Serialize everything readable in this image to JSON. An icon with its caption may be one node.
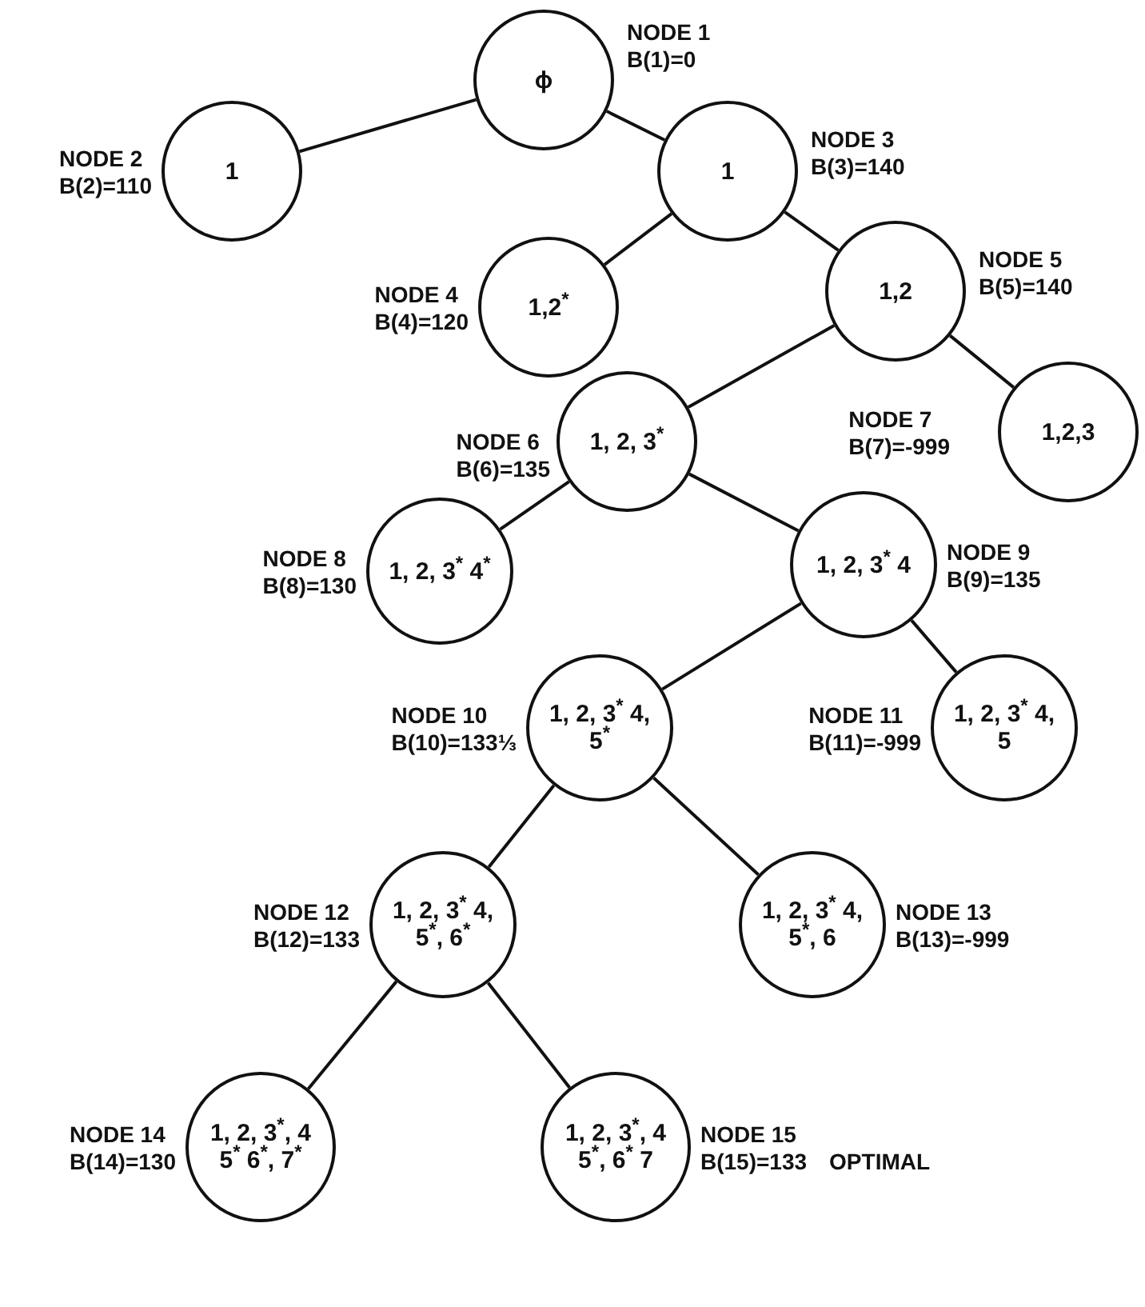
{
  "diagram": {
    "nodes": [
      {
        "text": [
          "ϕ"
        ],
        "beside": [
          "NODE 1",
          "B(1)=0"
        ]
      },
      {
        "text": [
          "1"
        ],
        "beside": [
          "NODE 2",
          "B(2)=110"
        ]
      },
      {
        "text": [
          "1"
        ],
        "beside": [
          "NODE 3",
          "B(3)=140"
        ]
      },
      {
        "text": [
          "1,2$^{*}$"
        ],
        "beside": [
          "NODE 4",
          "B(4)=120"
        ]
      },
      {
        "text": [
          "1,2"
        ],
        "beside": [
          "NODE 5",
          "B(5)=140"
        ]
      },
      {
        "text": [
          "1, 2, 3$^{*}$"
        ],
        "beside": [
          "NODE 6",
          "B(6)=135"
        ]
      },
      {
        "text": [
          "1,2,3"
        ],
        "beside": [
          "NODE 7",
          "B(7)=-999"
        ]
      },
      {
        "text": [
          "1, 2, 3$^{*}$ 4$^{*}$"
        ],
        "beside": [
          "NODE 8",
          "B(8)=130"
        ]
      },
      {
        "text": [
          "1, 2, 3$^{*}$ 4"
        ],
        "beside": [
          "NODE 9",
          "B(9)=135"
        ]
      },
      {
        "text": [
          "1, 2, 3$^{*}$ 4, 5$^{*}$"
        ],
        "beside": [
          "NODE 10",
          "B(10)=133⅓"
        ]
      },
      {
        "text": [
          "1, 2, 3$^{*}$ 4, 5"
        ],
        "beside": [
          "NODE 11",
          "B(11)=-999"
        ]
      },
      {
        "text": [
          "1, 2, 3$^{*}$ 4, 5$^{*}$, 6$^{*}$"
        ],
        "beside": [
          "NODE 12",
          "B(12)=133"
        ]
      },
      {
        "text": [
          "1, 2, 3$^{*}$ 4, 5$^{*}$, 6"
        ],
        "beside": [
          "NODE 13",
          "B(13)=-999"
        ]
      },
      {
        "text": [
          "1, 2, 3$^{*}$, 4 5$^{*}$ 6$^{*}$, 7$^{*}$"
        ],
        "beside": [
          "NODE 14",
          "B(14)=130"
        ]
      },
      {
        "text": [
          "1, 2, 3$^{*}$, 4 5$^{*}$, 6$^{*}$ 7"
        ],
        "beside": [
          "NODE 15",
          "B(15)=133",
          "OPTIMAL"
        ]
      }
    ],
    "edges": [
      {
        "from": 0,
        "to": 1,
        "arrow": "none"
      },
      {
        "from": 0,
        "to": 2,
        "arrow": "none"
      },
      {
        "from": 2,
        "to": 3,
        "arrow": "none"
      },
      {
        "from": 2,
        "to": 4,
        "arrow": "none"
      },
      {
        "from": 4,
        "to": 5,
        "arrow": "none"
      },
      {
        "from": 4,
        "to": 6,
        "arrow": "none"
      },
      {
        "from": 5,
        "to": 7,
        "arrow": "none"
      },
      {
        "from": 5,
        "to": 8,
        "arrow": "none"
      },
      {
        "from": 8,
        "to": 9,
        "arrow": "none"
      },
      {
        "from": 8,
        "to": 10,
        "arrow": "none"
      },
      {
        "from": 9,
        "to": 11,
        "arrow": "none"
      },
      {
        "from": 9,
        "to": 12,
        "arrow": "none"
      },
      {
        "from": 11,
        "to": 13,
        "arrow": "none"
      },
      {
        "from": 11,
        "to": 14,
        "arrow": "none"
      }
    ]
  }
}
